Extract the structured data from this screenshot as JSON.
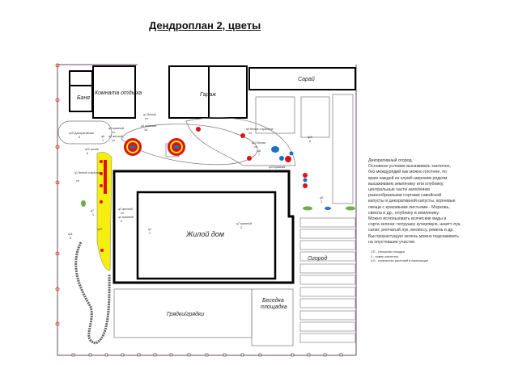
{
  "title": "Дендроплан 2, цветы",
  "buildings": {
    "banya": "Баня",
    "rest_room": "Комната отдыха",
    "garage": "Гараж",
    "shed": "Сарай",
    "house": "Жилой дом",
    "garden": "Огород",
    "beds": "Грядки/грядки",
    "pavilion_1": "Беседка",
    "pavilion_2": "площадка"
  },
  "plant_labels": {
    "c1": "ц1 белый",
    "c1_n": "сп",
    "c4a": "ц4 красный",
    "c4a_n": "16",
    "c2": "ц2 красный",
    "c2_n": "сп",
    "c3": "ц3 желтый",
    "c3_n": "сп",
    "c6": "ц6",
    "c6_n": "1",
    "c10d": "ц10 Декоративные",
    "c10d_n": "6",
    "c12": "ц12 розов.",
    "c12_n": "6",
    "c1w": "ц1 белые и красные",
    "c1w_n": "сп",
    "c7": "ц7",
    "c7_n": "1",
    "c10": "ц10",
    "c11": "ц11",
    "c11_n": "6",
    "c3b": "ц3 желтый",
    "c3b_n": "сп",
    "c4b": "ц4 красный",
    "c4b_n": "6",
    "c7h": "ц7",
    "c7h_n": "2",
    "c7r": "ц7 красный",
    "c7r_n": "2",
    "c13w": "ц13 белая",
    "c13w_n": "сп",
    "c13r": "ц13 красная",
    "c13r_n": "сп",
    "c8": "ц8",
    "c8_n": "7",
    "c9": "ц9 белые и красные",
    "c9_n": "14",
    "c10r": "ц10",
    "c10r_n": "6",
    "c5": "ц5",
    "c5_n": "3"
  },
  "description": [
    "Декоративный огород.",
    "Основное условие высаживать хаотично,",
    "без междурядий как можно плотнее, по",
    "краю каждой из клумб широким рядком",
    "высаживаем землянику или клубнику,",
    "центральные части заполняем",
    "разнообразными сортами савойской",
    "капусты и декоративной капусты, корневые",
    "овощи с красивыми листьями - Морковь,",
    "свекла и др., клубнику и землянику.",
    "Можно использовать всяческие виды и",
    "сорта зелени: петрушку кучерявую, шнитт-лук,",
    "салат, репчатый лук, мелиссу, ревень и др.",
    "Быстрорастущую зелень можно подсаживать",
    "на опустевшие участки."
  ],
  "legend": [
    "СП - сплошная посадка",
    "4 - номер растения",
    "5-6 - количество растений в композиции"
  ],
  "colors": {
    "red": "#e01010",
    "yellow": "#f5ee10",
    "blue": "#1a6fd0",
    "green": "#6bb04a",
    "outline": "#000000",
    "boundary": "#6a4a6a"
  }
}
